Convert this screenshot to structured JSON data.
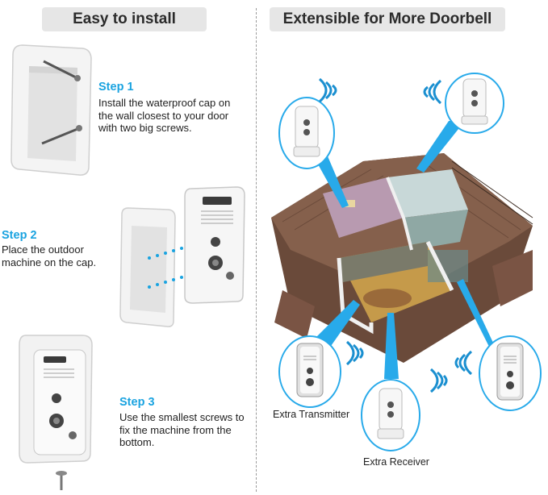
{
  "left": {
    "title": "Easy to install",
    "steps": [
      {
        "title": "Step 1",
        "text": "Install the waterproof cap on the wall closest to your door with two big screws."
      },
      {
        "title": "Step 2",
        "text": "Place the outdoor machine on the cap."
      },
      {
        "title": "Step 3",
        "text": "Use the smallest screws to fix the machine from the bottom."
      }
    ]
  },
  "right": {
    "title": "Extensible for More Doorbell",
    "labels": {
      "transmitter": "Extra Transmitter",
      "receiver": "Extra Receiver"
    }
  },
  "colors": {
    "accent": "#1aa3e0",
    "pill": "#e6e6e6",
    "wifi": "#1a8fd0"
  }
}
